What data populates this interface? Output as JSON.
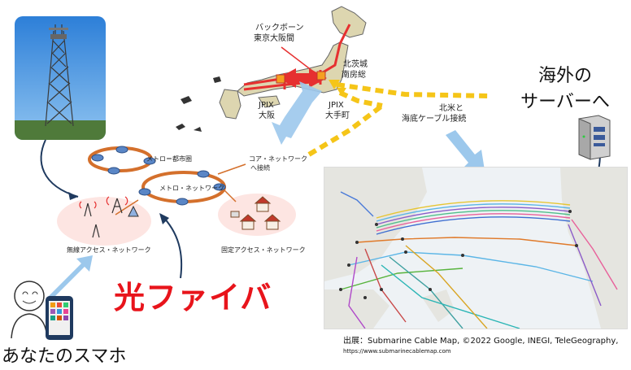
{
  "japan_map": {
    "backbone_label_1": "バックボーン",
    "backbone_label_2": "東京大阪間",
    "jpix_osaka_1": "JPIX",
    "jpix_osaka_2": "大阪",
    "jpix_otemachi_1": "JPIX",
    "jpix_otemachi_2": "大手町",
    "kitaibaraki_1": "北茨城",
    "kitaibaraki_2": "南房総",
    "na_cable_1": "北米と",
    "na_cable_2": "海底ケーブル接続"
  },
  "network_diagram": {
    "metro_label": "メトロ＝都市圏",
    "core_label_1": "コア・ネットワーク",
    "core_label_2": "へ接続",
    "metro_network_label": "メトロ・ネットワーク",
    "wireless_label": "無線アクセス・ネットワーク",
    "fixed_label": "固定アクセス・ネットワーク"
  },
  "server_caption": {
    "line1": "海外の",
    "line2": "サーバーへ"
  },
  "fiber_label": "光ファイバ",
  "phone_label": "あなたのスマホ",
  "source_note": {
    "line1": "出展：Submarine Cable Map, ©2022 Google, INEGI, TeleGeography,",
    "line2": "https://www.submarinecablemap.com"
  },
  "colors": {
    "fiber_red": "#e8141b",
    "backbone_red": "#e63030",
    "dashed_yellow": "#f5c518",
    "metro_ring": "#d4702c",
    "arrow_blue": "#9cc8ec",
    "connector_navy": "#1f3a5f"
  }
}
